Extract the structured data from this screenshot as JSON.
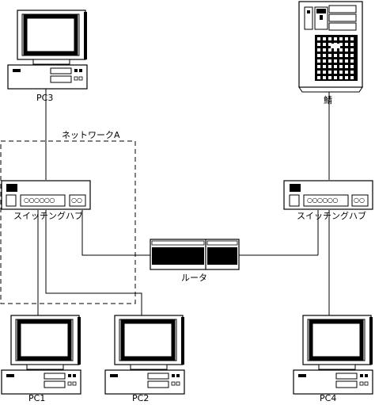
{
  "devices": {
    "pc1": "PC1",
    "pc2": "PC2",
    "pc3": "PC3",
    "pc4": "PC4",
    "server": "鯖"
  },
  "network_group": "ネットワークA",
  "hub_left": {
    "label": "スイッチングハブ",
    "ports": "○○○○○○",
    "uplinks": "○○"
  },
  "hub_right": {
    "label": "スイッチングハブ",
    "ports": "○○○○○○",
    "uplinks": "○○"
  },
  "router": "ルータ"
}
